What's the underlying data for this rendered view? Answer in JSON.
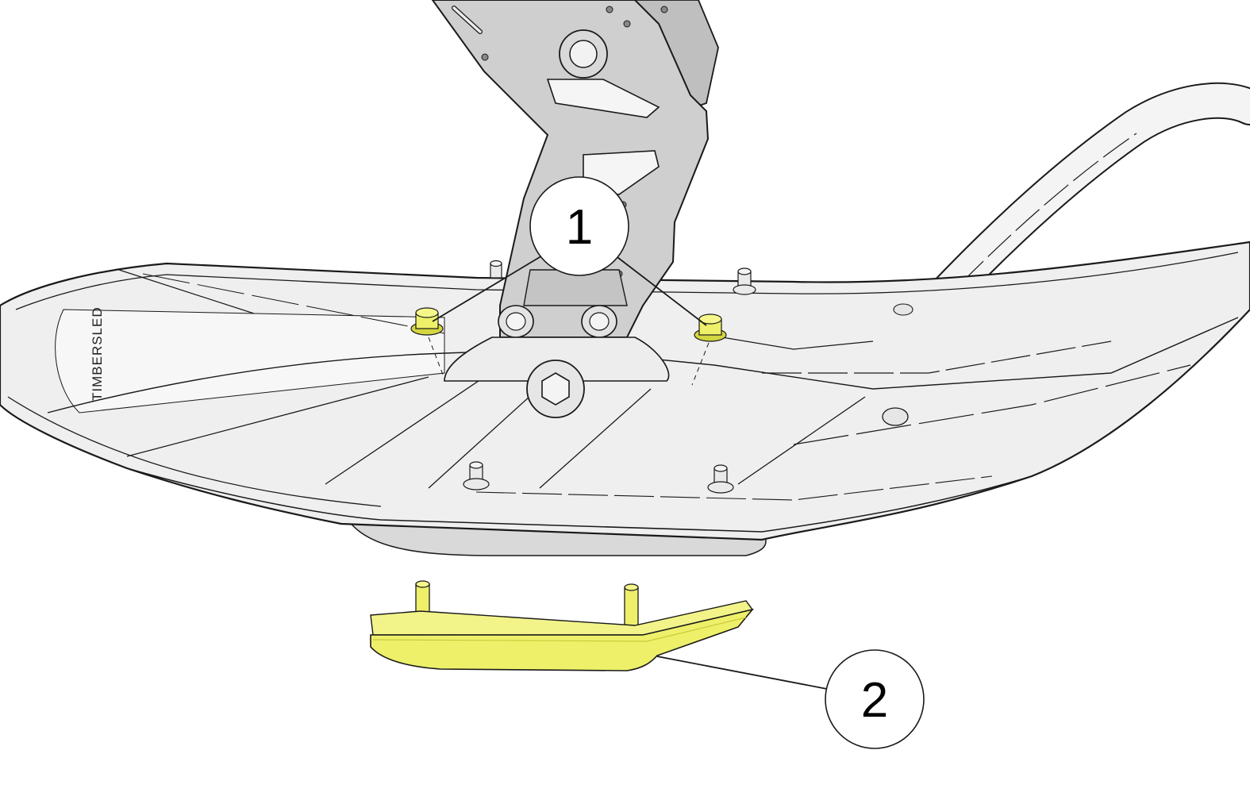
{
  "diagram": {
    "callouts": [
      {
        "id": "callout-1",
        "label": "1"
      },
      {
        "id": "callout-2",
        "label": "2"
      }
    ],
    "logo_text": "TIMBERSLED",
    "colors": {
      "background": "#ffffff",
      "ski_fill": "#efefef",
      "ski_shadow": "#d8d8d8",
      "spindle_fill": "#cfcfcf",
      "highlight_yellow": "#eef06a",
      "highlight_yellow_dark": "#d4d640",
      "outline": "#1a1a1a"
    },
    "icons": [
      "ski-body",
      "spindle-bracket",
      "ski-handle",
      "flange-nut",
      "ski-runner"
    ]
  }
}
